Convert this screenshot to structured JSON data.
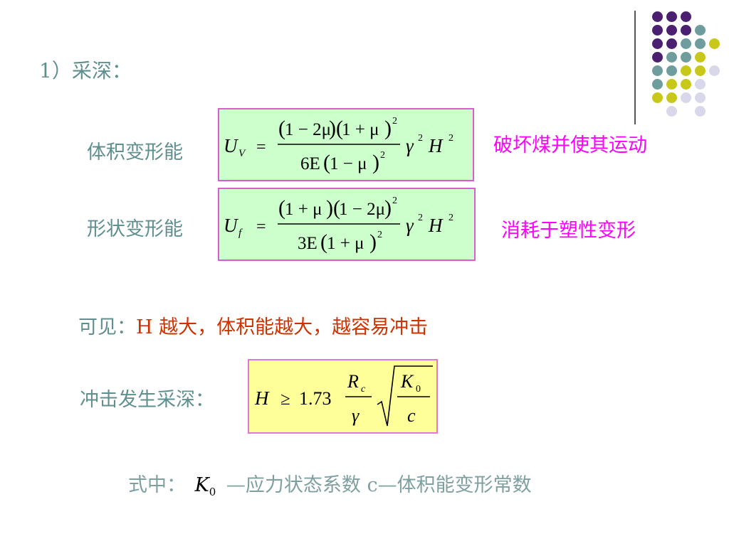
{
  "heading": "1）采深：",
  "rows": [
    {
      "label": "体积变形能",
      "note": "破坏煤并使其运动",
      "formula": {
        "lhs": "U",
        "lhs_sub": "V",
        "eq": "=",
        "num_a": "1 − 2μ",
        "num_b": "1 + μ",
        "num_exp": "2",
        "den_coef": "6E",
        "den_paren": "1 − μ",
        "den_exp": "2",
        "tail_g": "γ",
        "tail_g_exp": "2",
        "tail_h": "H",
        "tail_h_exp": "2"
      }
    },
    {
      "label": "形状变形能",
      "note": "消耗于塑性变形",
      "formula": {
        "lhs": "U",
        "lhs_sub": "f",
        "eq": "=",
        "num_a": "1 + μ",
        "num_b": "1 − 2μ",
        "num_exp": "2",
        "den_coef": "3E",
        "den_paren": "1 + μ",
        "den_exp": "2",
        "tail_g": "γ",
        "tail_g_exp": "2",
        "tail_h": "H",
        "tail_h_exp": "2"
      }
    }
  ],
  "conclusion": {
    "lead": "可见：",
    "body": "H 越大，体积能越大，越容易冲击"
  },
  "criterion": {
    "label": "冲击发生采深：",
    "H": "H",
    "ge": "≥",
    "coef": "1.73",
    "R": "R",
    "R_sub": "c",
    "gamma": "γ",
    "K": "K",
    "K_sub": "0",
    "c": "c"
  },
  "footer": {
    "prefix": "式中：",
    "K": "K",
    "K_sub": "0",
    "text": "—应力状态系数  c—体积能变形常数"
  },
  "colors": {
    "teal": "#5f8f8f",
    "magenta": "#ff00ff",
    "red": "#cc3300",
    "green_box": "#ccffcc",
    "yellow_box": "#ffff99",
    "dot_purple": "#4b2070",
    "dot_teal": "#6f9d9d",
    "dot_yellow": "#c8c81a",
    "dot_light": "#d8d8ea"
  }
}
